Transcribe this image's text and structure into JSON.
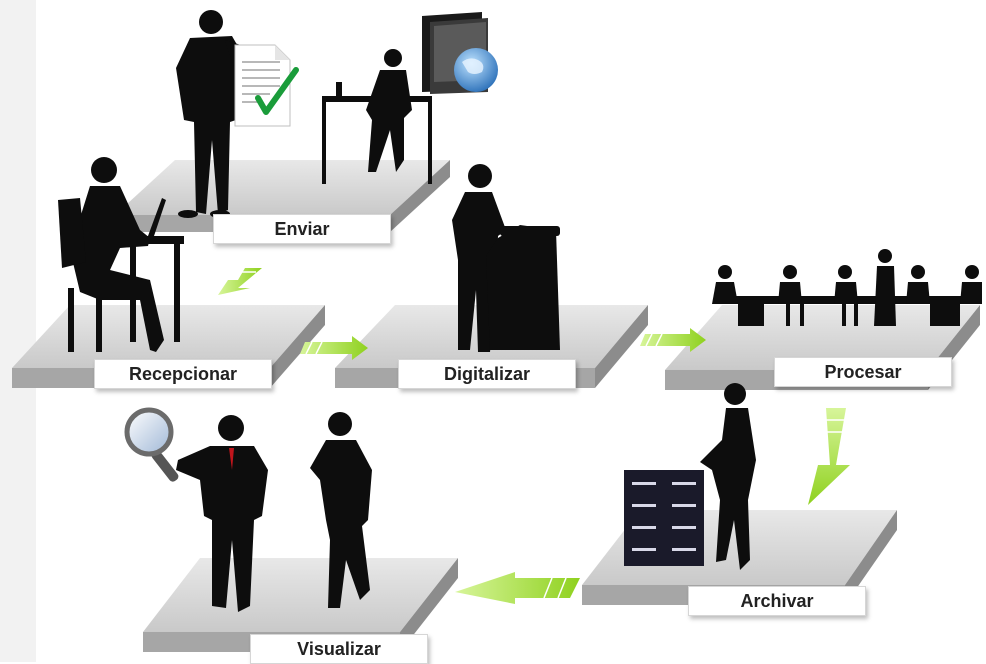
{
  "stages": {
    "enviar": "Enviar",
    "recepcionar": "Recepcionar",
    "digitalizar": "Digitalizar",
    "procesar": "Procesar",
    "archivar": "Archivar",
    "visualizar": "Visualizar"
  },
  "colors": {
    "platform_top": "#d9d9d9",
    "platform_side": "#a6a6a6",
    "arrow_green": "#9bd82b",
    "silhouette": "#0d0d0d",
    "check_green": "#1a9c3a",
    "tie_red": "#c0151c"
  },
  "icons": [
    "document-check-icon",
    "globe-folder-icon",
    "magnifier-icon"
  ]
}
